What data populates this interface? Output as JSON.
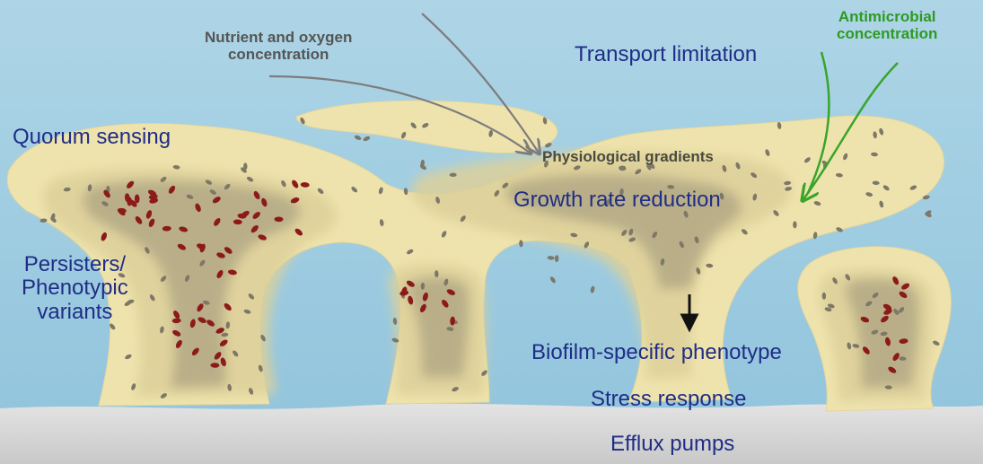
{
  "labels": {
    "nutrient_line1": "Nutrient and oxygen",
    "nutrient_line2": "concentration",
    "transport": "Transport limitation",
    "antimicrobial_line1": "Antimicrobial",
    "antimicrobial_line2": "concentration",
    "quorum": "Quorum sensing",
    "physiological": "Physiological gradients",
    "growth": "Growth rate reduction",
    "persisters_line1": "Persisters/",
    "persisters_line2": "Phenotypic",
    "persisters_line3": "variants",
    "biofilm": "Biofilm-specific phenotype",
    "stress": "Stress response",
    "efflux": "Efflux pumps"
  },
  "colors": {
    "water": "#a9d3e5",
    "substratum": "#d8d8d8",
    "biofilm_outer": "#efe3ad",
    "biofilm_mid": "#ddd09a",
    "biofilm_core": "#b5ab86",
    "cell_normal": "#7d7868",
    "cell_persister": "#8c1a1a",
    "arrow_gray": "#7d7d7d",
    "arrow_green": "#38a52a",
    "text_blue": "#1f2d86"
  }
}
